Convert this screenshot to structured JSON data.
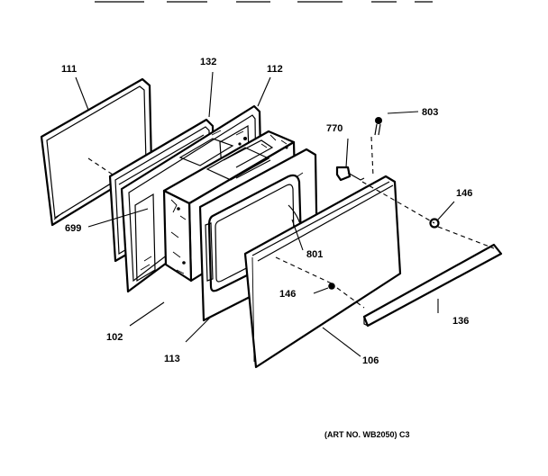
{
  "callouts": {
    "c111": "111",
    "c132": "132",
    "c112": "112",
    "c770": "770",
    "c803": "803",
    "c146_right": "146",
    "c699": "699",
    "c801": "801",
    "c146_left": "146",
    "c102": "102",
    "c113": "113",
    "c106": "106",
    "c136": "136"
  },
  "art_number": "(ART NO. WB2050) C3"
}
